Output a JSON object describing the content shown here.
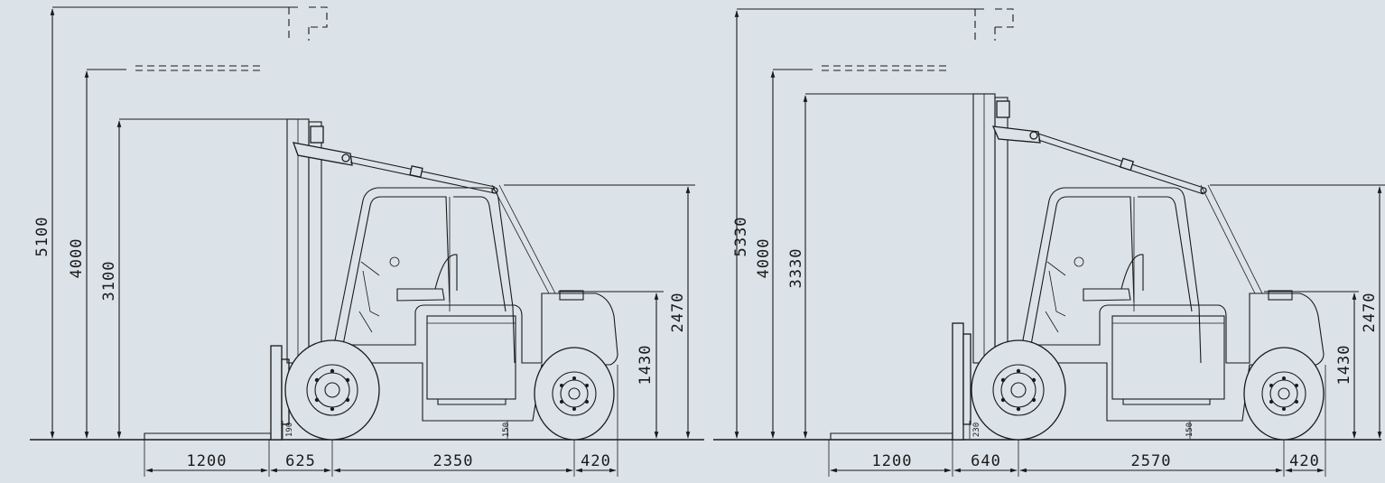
{
  "colors": {
    "background": "#dbe3e9",
    "line": "#1a1a1a"
  },
  "views": [
    {
      "heights": {
        "overall": "5100",
        "free_lift": "4000",
        "lift": "3100",
        "cab": "2470",
        "engine": "1430"
      },
      "small_heights": {
        "fork_thickness": "190",
        "clearance": "150"
      },
      "lengths": {
        "fork": "1200",
        "front_overhang": "625",
        "wheelbase": "2350",
        "rear_overhang": "420"
      }
    },
    {
      "heights": {
        "overall": "5330",
        "free_lift": "4000",
        "lift": "3330",
        "cab": "2470",
        "engine": "1430"
      },
      "small_heights": {
        "fork_thickness": "230",
        "clearance": "150"
      },
      "lengths": {
        "fork": "1200",
        "front_overhang": "640",
        "wheelbase": "2570",
        "rear_overhang": "420"
      }
    }
  ]
}
